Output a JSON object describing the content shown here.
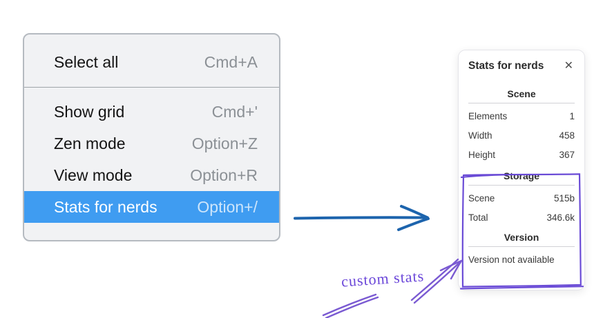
{
  "menu": {
    "sections": [
      {
        "items": [
          {
            "label": "Select all",
            "shortcut": "Cmd+A"
          }
        ]
      },
      {
        "items": [
          {
            "label": "Show grid",
            "shortcut": "Cmd+'"
          },
          {
            "label": "Zen mode",
            "shortcut": "Option+Z"
          },
          {
            "label": "View mode",
            "shortcut": "Option+R"
          },
          {
            "label": "Stats for nerds",
            "shortcut": "Option+/"
          }
        ]
      }
    ],
    "highlight_color": "#3f9cf1"
  },
  "stats_panel": {
    "title": "Stats for nerds",
    "close_glyph": "✕",
    "scene": {
      "heading": "Scene",
      "rows": [
        {
          "label": "Elements",
          "value": "1"
        },
        {
          "label": "Width",
          "value": "458"
        },
        {
          "label": "Height",
          "value": "367"
        }
      ]
    },
    "storage": {
      "heading": "Storage",
      "rows": [
        {
          "label": "Scene",
          "value": "515b"
        },
        {
          "label": "Total",
          "value": "346.6k"
        }
      ]
    },
    "version": {
      "heading": "Version",
      "note": "Version not available"
    }
  },
  "annotations": {
    "custom_stats_label": "custom stats",
    "purple_color": "#6a4bd6",
    "blue_arrow_color": "#1d64ad"
  }
}
